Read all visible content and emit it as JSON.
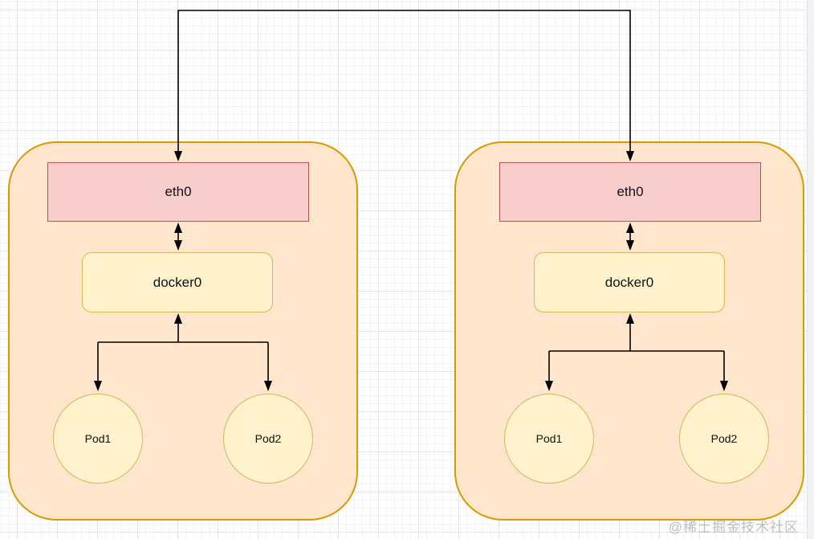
{
  "diagram": {
    "nodes": [
      {
        "eth": "eth0",
        "bridge": "docker0",
        "pods": [
          "Pod1",
          "Pod2"
        ]
      },
      {
        "eth": "eth0",
        "bridge": "docker0",
        "pods": [
          "Pod1",
          "Pod2"
        ]
      }
    ],
    "watermark": "@稀土掘金技术社区",
    "colors": {
      "node_fill": "#ffe6cc",
      "node_stroke": "#d79b00",
      "eth_fill": "#f8cecc",
      "eth_stroke": "#b85450",
      "bridge_fill": "#fff2cc",
      "bridge_stroke": "#d6b656",
      "connector": "#000000",
      "watermark_text": "#bfbfbf"
    }
  }
}
